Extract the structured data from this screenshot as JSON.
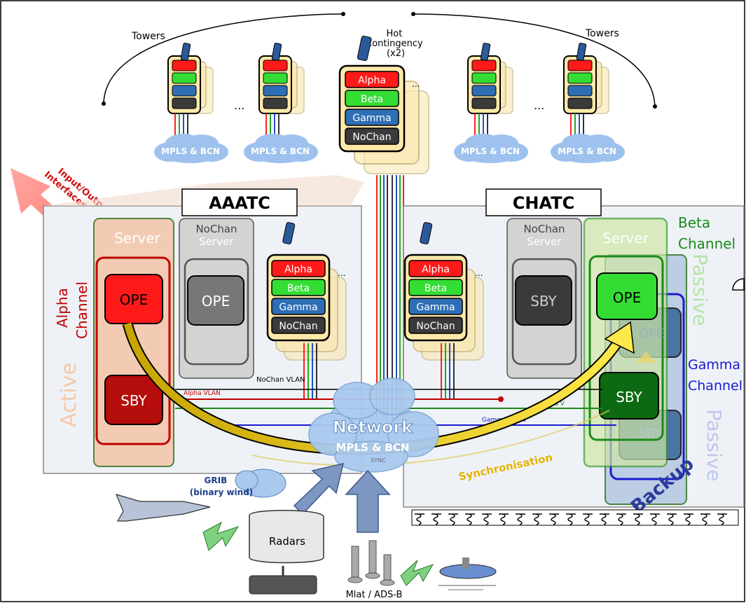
{
  "towers_label": "Towers",
  "hot_contingency": {
    "line1": "Hot",
    "line2": "Contingency",
    "line3": "(x2)"
  },
  "ellipsis": "...",
  "cloud_label": "MPLS & BCN",
  "channel_stack": [
    "Alpha",
    "Beta",
    "Gamma",
    "NoChan"
  ],
  "channel_colors": {
    "Alpha": "#ff1a1a",
    "Beta": "#33dd33",
    "Gamma": "#2e6eb5",
    "NoChan": "#3a3a3a"
  },
  "io_label": {
    "line1": "Input/Output",
    "line2": "Interfaces"
  },
  "aaatc": {
    "title": "AAATC",
    "server_label": "Server",
    "ope": "OPE",
    "sby": "SBY",
    "nochan_title": "NoChan",
    "nochan_server": "Server",
    "nochan_ope": "OPE",
    "alpha_channel": {
      "line1": "Alpha",
      "line2": "Channel"
    },
    "active": "Active"
  },
  "chatc": {
    "title": "CHATC",
    "server_label": "Server",
    "ope": "OPE",
    "sby": "SBY",
    "ope_ghost": "OPE",
    "sby_ghost": "SBY",
    "nochan_title": "NoChan",
    "nochan_server": "Server",
    "nochan_sby": "SBY",
    "beta_channel": {
      "line1": "Beta",
      "line2": "Channel"
    },
    "gamma_channel": {
      "line1": "Gamma",
      "line2": "Channel"
    },
    "passive_beta": "Passive",
    "passive_gamma": "Passive",
    "backup": "Backup"
  },
  "vlans": {
    "nochan": "NoChan VLAN",
    "alpha": "Alpha VLAN",
    "beta": "Beta V",
    "gamma": "Gamma VLAN"
  },
  "network": {
    "title": "Network",
    "subtitle": "MPLS & BCN",
    "sync_small": "SYNC"
  },
  "synchronisation": "Synchronisation",
  "grib": {
    "line1": "GRIB",
    "line2": "(binary wind)"
  },
  "radars": "Radars",
  "mlat": "Mlat / ADS-B"
}
